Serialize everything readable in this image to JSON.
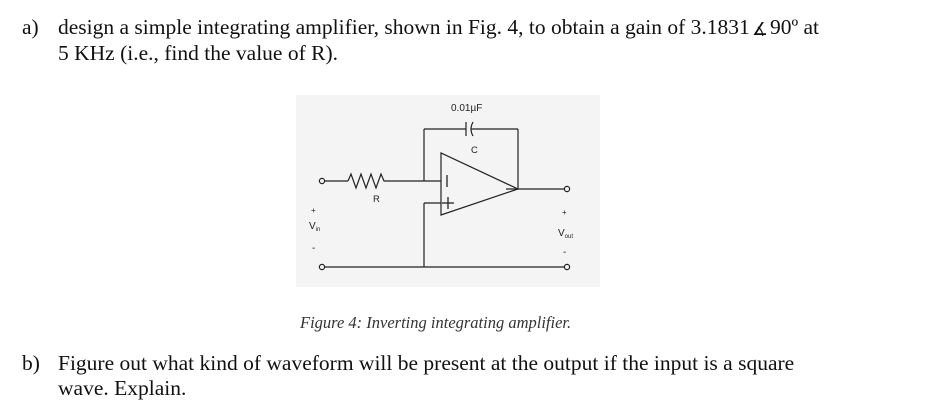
{
  "question_a": {
    "label": "a)",
    "line1_pre": "design a simple integrating amplifier, shown in Fig. 4, to obtain a gain of 3.1831",
    "angle_symbol": "∡",
    "line1_post": "90º at",
    "line2": "5 KHz (i.e., find the value of R)."
  },
  "figure": {
    "capacitor_value": "0.01µF",
    "capacitor_label": "C",
    "resistor_label": "R",
    "input_label": "V",
    "input_subscript": "in",
    "output_label": "V",
    "output_subscript": "out",
    "plus_sign": "+",
    "minus_sign": "-"
  },
  "caption": "Figure 4: Inverting integrating amplifier.",
  "question_b": {
    "label": "b)",
    "line1": "Figure out what kind of waveform will be present at the output if the input is a square",
    "line2": "wave. Explain."
  }
}
